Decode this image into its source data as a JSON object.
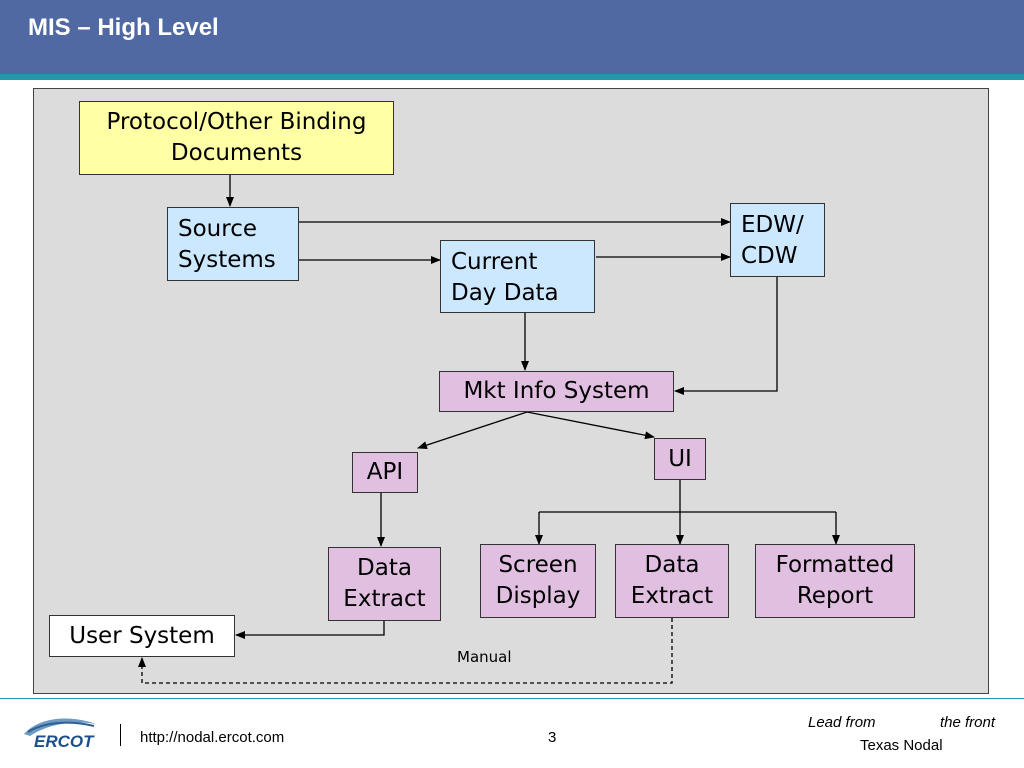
{
  "slide": {
    "title": "MIS – High Level",
    "page_number": "3"
  },
  "diagram": {
    "nodes": {
      "protocol": "Protocol/Other Binding\nDocuments",
      "source_systems": "Source\nSystems",
      "edw_cdw": "EDW/\nCDW",
      "current_day_data": "Current\nDay Data",
      "mkt_info_system": "Mkt Info System",
      "api": "API",
      "ui": "UI",
      "data_extract_api": "Data\nExtract",
      "screen_display": "Screen\nDisplay",
      "data_extract_ui": "Data\nExtract",
      "formatted_report": "Formatted\nReport",
      "user_system": "User System"
    },
    "edges": [
      {
        "from": "protocol",
        "to": "source_systems",
        "style": "solid"
      },
      {
        "from": "source_systems",
        "to": "edw_cdw",
        "style": "solid"
      },
      {
        "from": "source_systems",
        "to": "current_day_data",
        "style": "solid"
      },
      {
        "from": "current_day_data",
        "to": "edw_cdw",
        "style": "solid"
      },
      {
        "from": "current_day_data",
        "to": "mkt_info_system",
        "style": "solid"
      },
      {
        "from": "edw_cdw",
        "to": "mkt_info_system",
        "style": "solid"
      },
      {
        "from": "mkt_info_system",
        "to": "api",
        "style": "solid"
      },
      {
        "from": "mkt_info_system",
        "to": "ui",
        "style": "solid"
      },
      {
        "from": "api",
        "to": "data_extract_api",
        "style": "solid"
      },
      {
        "from": "ui",
        "to": "screen_display",
        "style": "solid"
      },
      {
        "from": "ui",
        "to": "data_extract_ui",
        "style": "solid"
      },
      {
        "from": "ui",
        "to": "formatted_report",
        "style": "solid"
      },
      {
        "from": "data_extract_api",
        "to": "user_system",
        "style": "solid"
      },
      {
        "from": "data_extract_ui",
        "to": "user_system",
        "style": "dashed",
        "label": "Manual"
      }
    ],
    "edge_labels": {
      "manual": "Manual"
    }
  },
  "footer": {
    "logo_text": "ERCOT",
    "url": "http://nodal.ercot.com",
    "tagline_left": "Lead from",
    "tagline_right": "the front",
    "program": "Texas Nodal"
  },
  "colors": {
    "header": "#5069a3",
    "accent": "#1f9aa8",
    "panel": "#dcdcdc",
    "yellow_box": "#ffffa6",
    "blue_box": "#cce8ff",
    "pink_box": "#e1bfe1"
  }
}
